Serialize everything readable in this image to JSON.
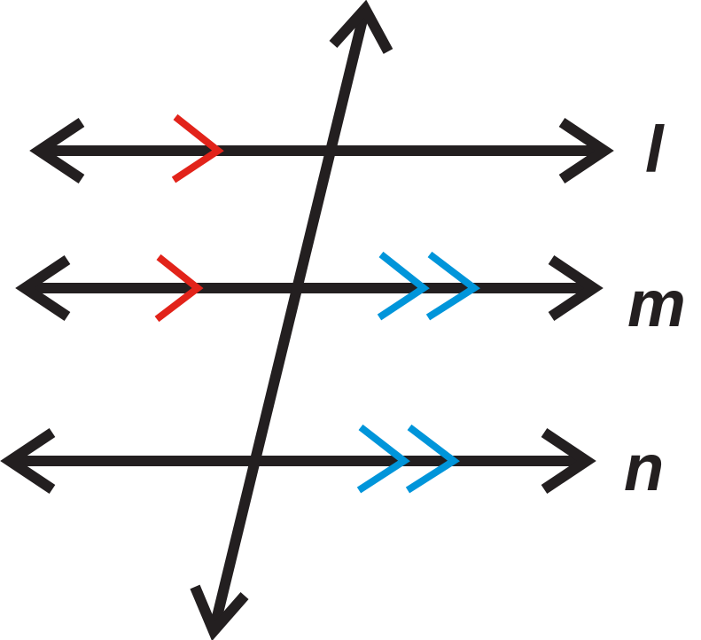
{
  "labels": {
    "l": "l",
    "m": "m",
    "n": "n"
  },
  "colors": {
    "line": "#231f20",
    "red_marker": "#e2231a",
    "blue_marker": "#0095da"
  }
}
